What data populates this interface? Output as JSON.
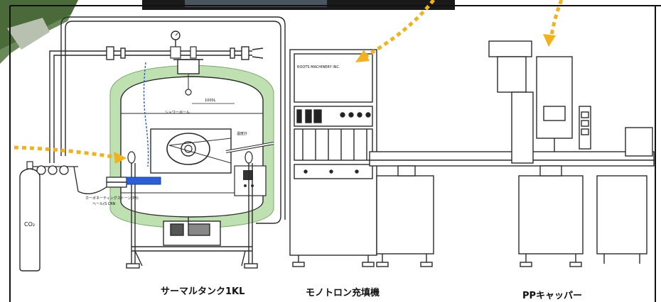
{
  "labels": {
    "thermal_tank": "サーマルタンク1KL",
    "monotron_filler": "モノトロン充填機",
    "pp_capper": "PPキャッパー",
    "co2": "CO₂",
    "shower_ball": "シャワーボール",
    "volume_mark": "1000L",
    "thermometer": "温度計",
    "carbonation_stone": "カーボネーティングストーン(PB)",
    "carbonation_sub": "ヘール(S CRN",
    "filler_nameplate": "ROOTS MACHINERY INC."
  },
  "colors": {
    "jacket": "#bfe0b0",
    "arrow": "#f2b21b",
    "line": "#2a2a2a",
    "hose": "#2a5fd6",
    "frame": "#111111"
  },
  "icons": [
    "gauge-icon",
    "valve-icon",
    "cylinder-icon",
    "arrow-icon"
  ]
}
